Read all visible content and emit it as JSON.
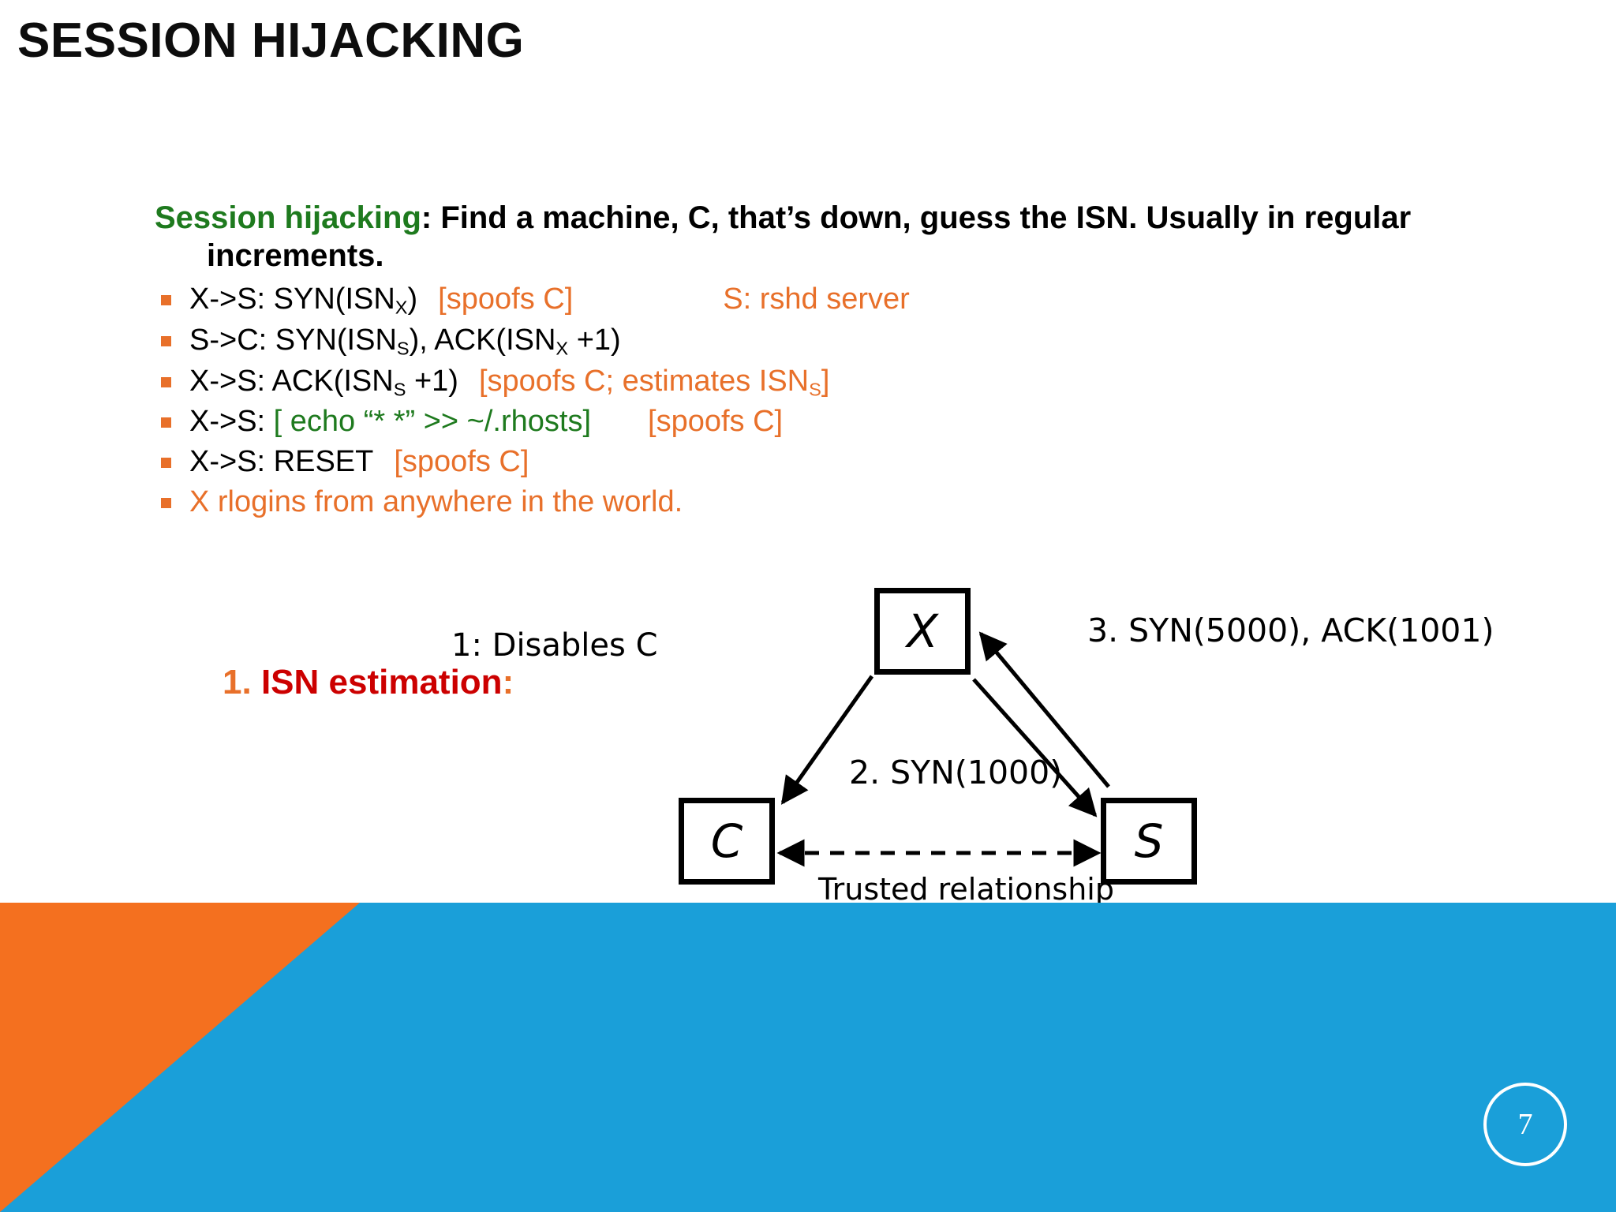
{
  "slide": {
    "title": "SESSION HIJACKING",
    "page_number": "7"
  },
  "body": {
    "lead": {
      "term": "Session hijacking",
      "rest": ": Find a machine, C, that’s down, guess the ISN. Usually in regular",
      "continuation": "increments."
    },
    "bullets": [
      {
        "main": "X->S: SYN(ISN",
        "sub1": "X",
        "main2": ")",
        "note": "[spoofs C]",
        "aside": "S: rshd server"
      },
      {
        "main": "S->C: SYN(ISN",
        "sub1": "S",
        "main2": "), ACK(ISN",
        "sub2": "X",
        "main3": " +1)"
      },
      {
        "main": "X->S: ACK(ISN",
        "sub1": "S",
        "main2": " +1)",
        "note_a": "[spoofs C; estimates ISN",
        "note_sub": "S",
        "note_b": "]"
      },
      {
        "main": "X->S: ",
        "code": "[ echo “* *” >> ~/.rhosts]",
        "note": "[spoofs C]"
      },
      {
        "main": "X->S: RESET",
        "note": "[spoofs C]"
      },
      {
        "orange_line": "X rlogins from anywhere in the world."
      }
    ]
  },
  "isn_estimation": {
    "number": "1.",
    "title": "ISN estimation",
    "colon": ":"
  },
  "diagram": {
    "nodes": {
      "x": "X",
      "c": "C",
      "s": "S"
    },
    "labels": {
      "disables": "1: Disables C",
      "syn5000": "3. SYN(5000), ACK(1001)",
      "syn1000": "2. SYN(1000)",
      "trusted": "Trusted relationship"
    }
  },
  "colors": {
    "orange": "#e8702a",
    "green": "#1e7a1e",
    "red": "#cc0000",
    "blue_band": "#1a9fd9",
    "orange_band": "#f4701f"
  }
}
